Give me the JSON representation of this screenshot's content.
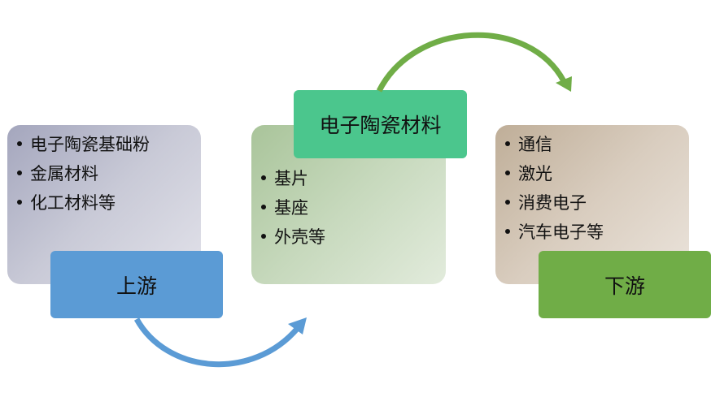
{
  "upstream": {
    "label": "上游",
    "items": [
      "电子陶瓷基础粉",
      "金属材料",
      "化工材料等"
    ]
  },
  "midstream": {
    "label": "电子陶瓷材料",
    "items": [
      "基片",
      "基座",
      "外壳等"
    ]
  },
  "downstream": {
    "label": "下游",
    "items": [
      "通信",
      "激光",
      "消费电子",
      "汽车电子等"
    ]
  },
  "colors": {
    "upstream_label": "#5b9bd5",
    "midstream_label": "#4bc68d",
    "downstream_label": "#70ad47",
    "arrow_bottom": "#5b9bd5",
    "arrow_top": "#70ad47"
  }
}
